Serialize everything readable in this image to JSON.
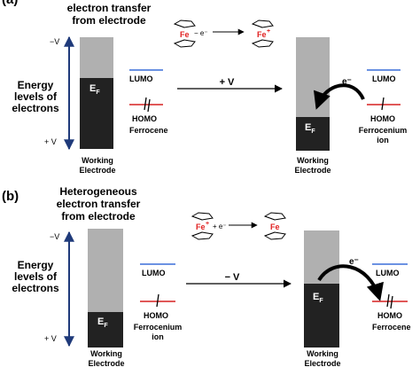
{
  "panel_a": {
    "label": "(a)",
    "title_fragment": "electron transfer",
    "title_line2": "from electrode",
    "axis_top": "−V",
    "axis_bottom": "+ V",
    "energy_label": [
      "Energy",
      "levels of",
      "electrons"
    ],
    "ef_label": "E",
    "ef_sub": "F",
    "lumo_label": "LUMO",
    "homo_label": "HOMO",
    "molecule_left": "Ferrocene",
    "molecule_right": [
      "Ferrocenium",
      "ion"
    ],
    "applied_voltage": "+ V",
    "electron": "e⁻",
    "electrode_label": [
      "Working",
      "Electrode"
    ],
    "reaction_left": "Fe",
    "reaction_mid": "− e⁻",
    "reaction_right": "Fe",
    "reaction_right_charge": "+"
  },
  "panel_b": {
    "label": "(b)",
    "title": [
      "Heterogeneous",
      "electron transfer",
      "from electrode"
    ],
    "axis_top": "−V",
    "axis_bottom": "+ V",
    "energy_label": [
      "Energy",
      "levels of",
      "electrons"
    ],
    "ef_label": "E",
    "ef_sub": "F",
    "lumo_label": "LUMO",
    "homo_label": "HOMO",
    "molecule_left": [
      "Ferrocenium",
      "ion"
    ],
    "molecule_right": "Ferrocene",
    "applied_voltage": "− V",
    "electron": "e⁻",
    "electrode_label": [
      "Working",
      "Electrode"
    ],
    "reaction_left": "Fe",
    "reaction_left_charge": "+",
    "reaction_mid": "+ e⁻",
    "reaction_right": "Fe"
  },
  "colors": {
    "electrode_dark": "#222222",
    "electrode_light": "#b0b0b0",
    "axis": "#1f3a7a",
    "lumo": "#3a6fd8",
    "homo": "#d62020",
    "iron": "#e02020"
  }
}
